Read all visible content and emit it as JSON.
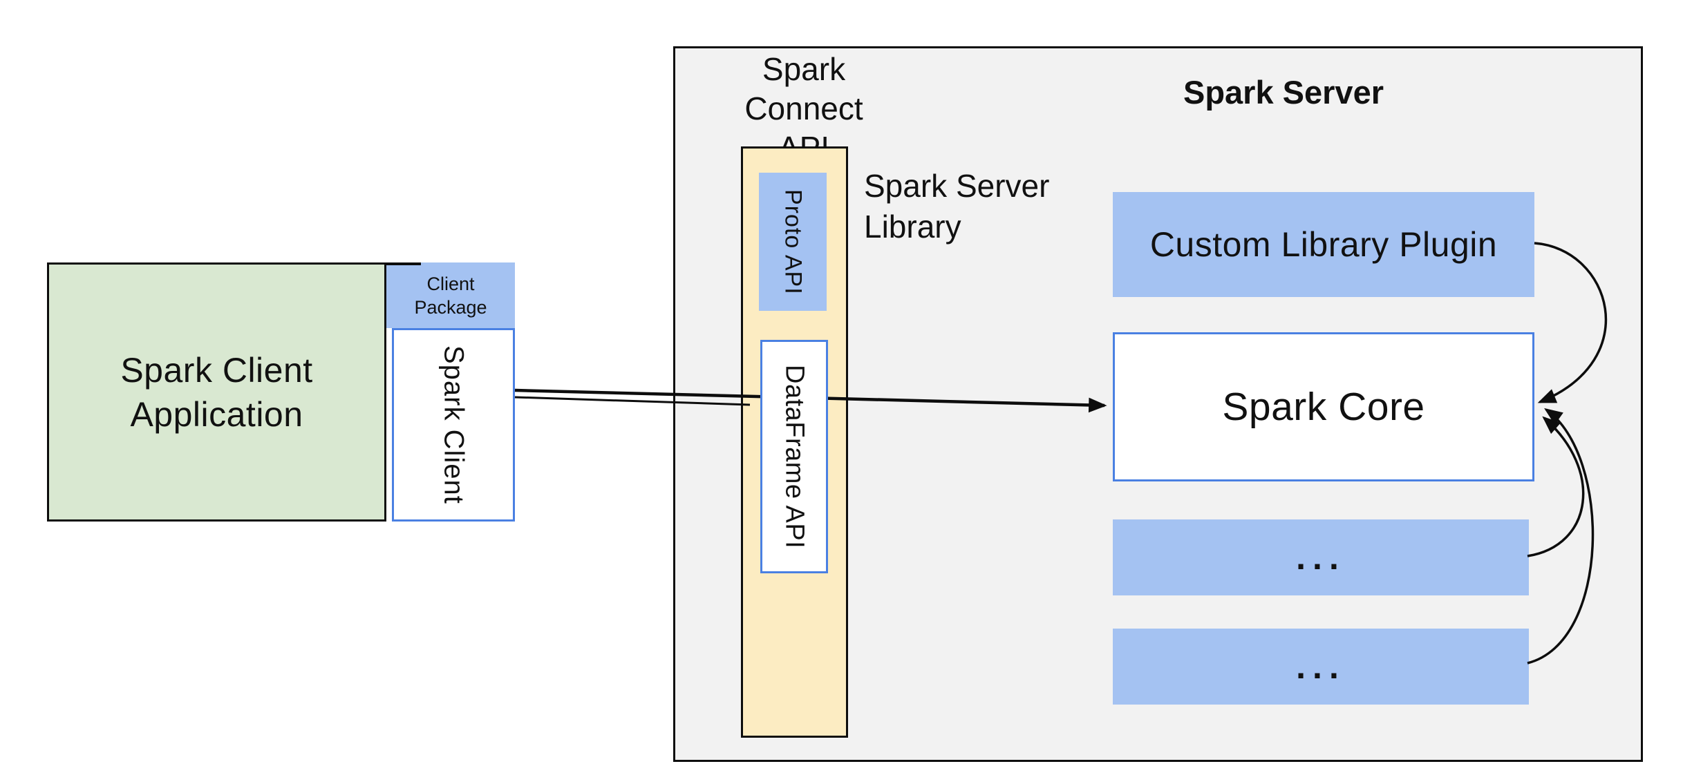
{
  "colors": {
    "green-fill": "#d9e8d1",
    "blue-fill": "#a4c2f2",
    "yellow-fill": "#fcecc2",
    "gray-fill": "#f2f2f2",
    "blue-border": "#4a80e2",
    "ink": "#111111"
  },
  "client_app": {
    "line1": "Spark Client",
    "line2": "Application"
  },
  "client_package": {
    "line1": "Client",
    "line2": "Package"
  },
  "spark_client": {
    "label": "Spark Client"
  },
  "spark_connect_api": {
    "line1": "Spark Connect",
    "line2": "API"
  },
  "spark_server": {
    "title": "Spark Server"
  },
  "spark_server_library": {
    "line1": "Spark Server",
    "line2": "Library"
  },
  "proto_api": {
    "label": "Proto  API"
  },
  "dataframe_api": {
    "label": "DataFrame API"
  },
  "custom_library_plugin": {
    "label": "Custom Library Plugin"
  },
  "spark_core": {
    "label": "Spark Core"
  },
  "plugin_slot_1": {
    "label": "..."
  },
  "plugin_slot_2": {
    "label": "..."
  },
  "connections": [
    {
      "from": "Spark Client",
      "to": "Spark Core",
      "via": "Spark Connect API (DataFrame API)",
      "style": "straight-arrow"
    },
    {
      "from": "Custom Library Plugin",
      "to": "Spark Core",
      "style": "curved-arrow"
    },
    {
      "from": "plugin-slot-1",
      "to": "Spark Core",
      "style": "curved-arrow"
    },
    {
      "from": "plugin-slot-2",
      "to": "Spark Core",
      "style": "curved-arrow"
    }
  ]
}
